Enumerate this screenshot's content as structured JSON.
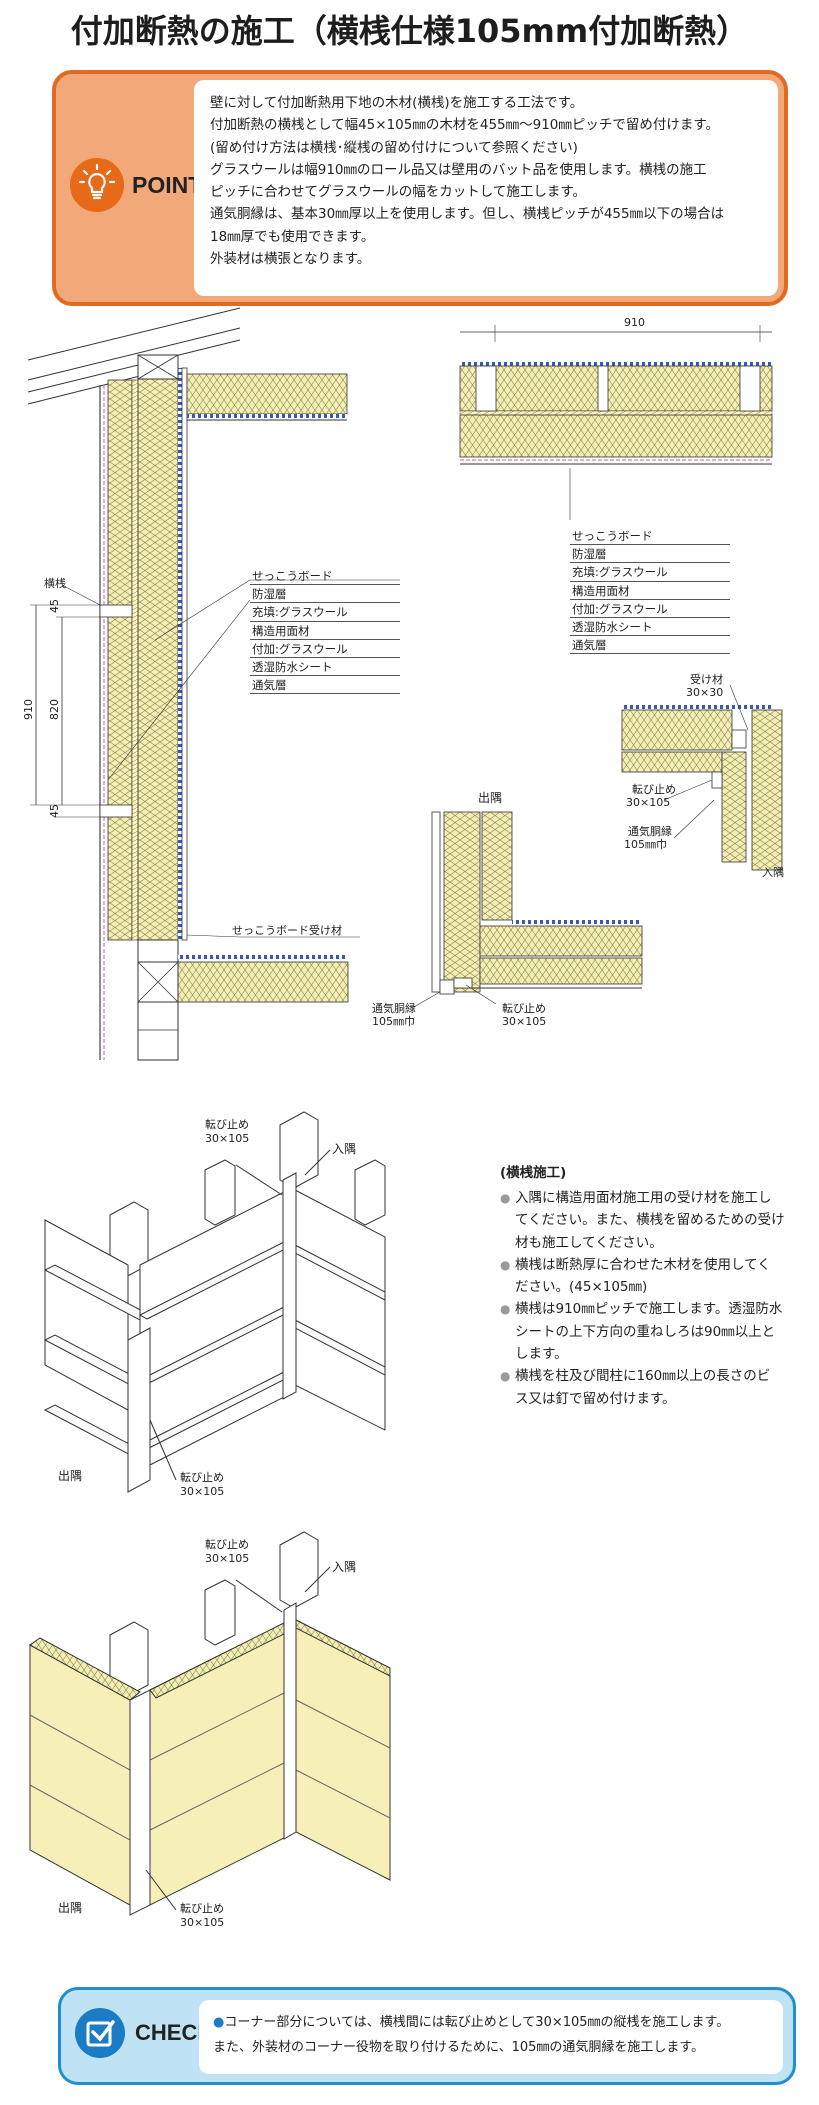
{
  "title": "付加断熱の施工（横桟仕様105mm付加断熱）",
  "point": {
    "label": "POINT",
    "icon": "lightbulb-icon",
    "lines": [
      "壁に対して付加断熱用下地の木材(横桟)を施工する工法です。",
      "付加断熱の横桟として幅45×105㎜の木材を455㎜～910㎜ピッチで留め付けます。",
      "(留め付け方法は横桟･縦桟の留め付けについて参照ください)",
      "グラスウールは幅910㎜のロール品又は壁用のバット品を使用します。横桟の施工",
      "ピッチに合わせてグラスウールの幅をカットして施工します。",
      "通気胴縁は、基本30㎜厚以上を使用します。但し、横桟ピッチが455㎜以下の場合は",
      "18㎜厚でも使用できます。",
      "外装材は横張となります。"
    ]
  },
  "section_drawing": {
    "yokosan_label": "横桟",
    "dim_910": "910",
    "dim_820": "820",
    "dim_45_top": "45",
    "dim_45_bottom": "45",
    "board_support_label": "せっこうボード受け材",
    "layers": [
      "せっこうボード",
      "防湿層",
      "充填:グラスウール",
      "構造用面材",
      "付加:グラスウール",
      "透湿防水シート",
      "通気層"
    ]
  },
  "plan_drawing": {
    "dim_910": "910",
    "layers": [
      "せっこうボード",
      "防湿層",
      "充填:グラスウール",
      "構造用面材",
      "付加:グラスウール",
      "透湿防水シート",
      "通気層"
    ]
  },
  "inside_corner_detail": {
    "receiver_label": "受け材",
    "receiver_size": "30×30",
    "stopper_label": "転び止め",
    "stopper_size": "30×105",
    "furring_label": "通気胴縁",
    "furring_size": "105㎜巾",
    "corner_label": "入隅"
  },
  "outside_corner_detail": {
    "corner_label": "出隅",
    "furring_label": "通気胴縁",
    "furring_size": "105㎜巾",
    "stopper_label": "転び止め",
    "stopper_size": "30×105"
  },
  "iso_views": [
    {
      "stopper_top_label": "転び止め",
      "stopper_top_size": "30×105",
      "inside_corner_label": "入隅",
      "outside_corner_label": "出隅",
      "stopper_bottom_label": "転び止め",
      "stopper_bottom_size": "30×105"
    },
    {
      "stopper_top_label": "転び止め",
      "stopper_top_size": "30×105",
      "inside_corner_label": "入隅",
      "outside_corner_label": "出隅",
      "stopper_bottom_label": "転び止め",
      "stopper_bottom_size": "30×105"
    }
  ],
  "notes": {
    "heading": "(横桟施工)",
    "items": [
      [
        "入隅に構造用面材施工用の受け材を施工し",
        "てください。また、横桟を留めるための受け",
        "材も施工してください。"
      ],
      [
        "横桟は断熱厚に合わせた木材を使用してく",
        "ださい。(45×105㎜)"
      ],
      [
        "横桟は910㎜ピッチで施工します。透湿防水",
        "シートの上下方向の重ねしろは90㎜以上と",
        "します。"
      ],
      [
        "横桟を柱及び間柱に160㎜以上の長さのビ",
        "ス又は釘で留め付けます。"
      ]
    ]
  },
  "check": {
    "label": "CHECK",
    "icon": "checkbox-icon",
    "lines": [
      "コーナー部分については、横桟間には転び止めとして30×105㎜の縦桟を施工します。",
      "また、外装材のコーナー役物を取り付けるために、105㎜の通気胴縁を施工します。"
    ]
  },
  "colors": {
    "point_border": "#e06a1f",
    "point_fill": "#f2a878",
    "check_border": "#1f8fd1",
    "check_fill": "#bfe2f4",
    "insulation": "#f3efb4",
    "membrane_blue": "#3a58b8",
    "membrane_pink": "#d45aa8"
  }
}
